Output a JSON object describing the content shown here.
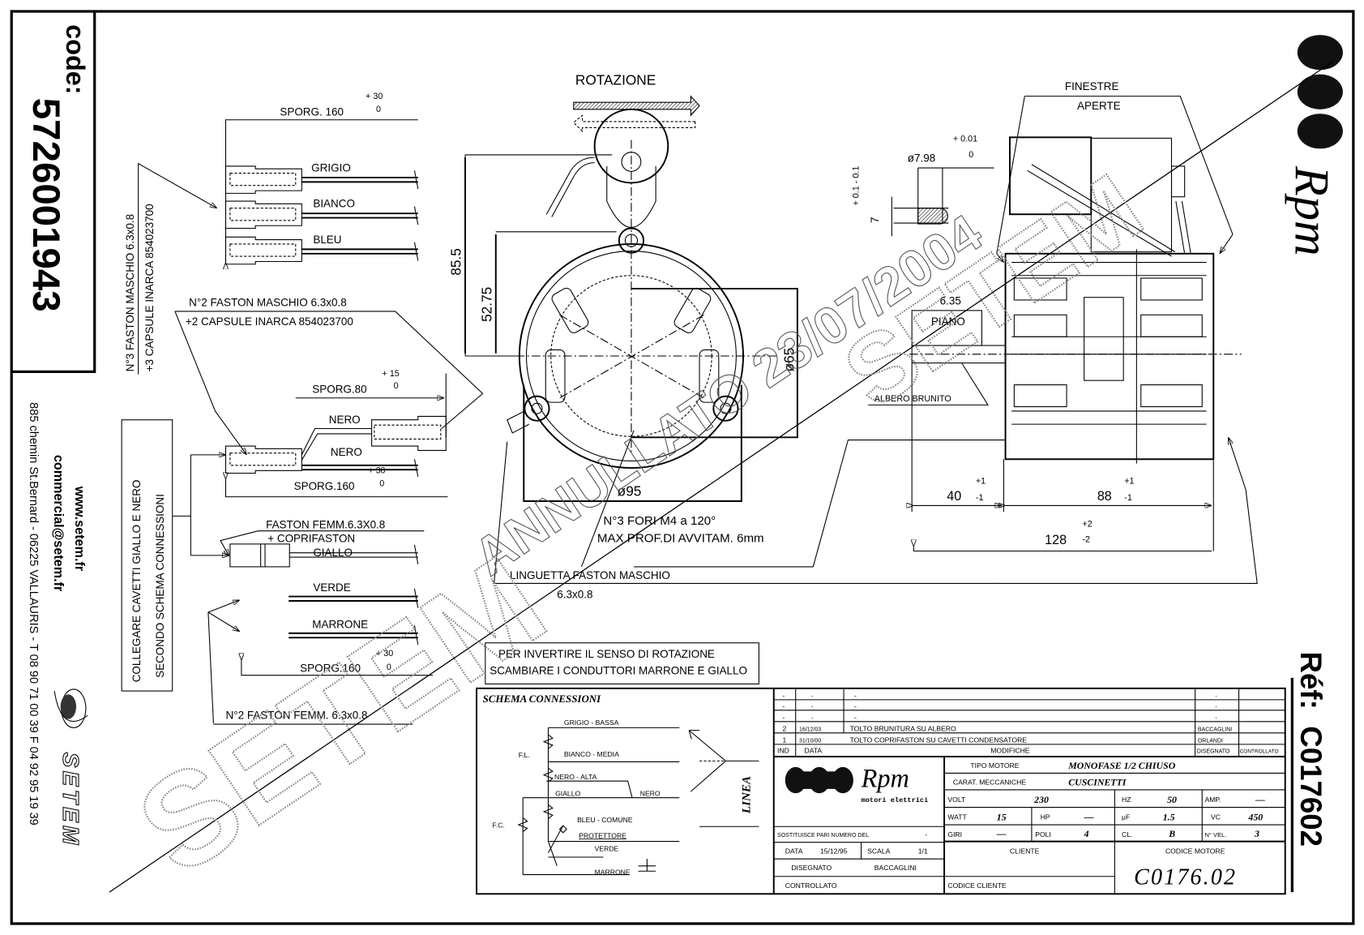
{
  "sidebar_left": {
    "code_label": "code:",
    "code_value": "5726001943",
    "website": "www.setem.fr",
    "email": "commercial@setem.fr",
    "address": "885 chemin St.Bernard  -  06225 VALLAURIS  -  T 08 90 71 00 39   F 04 92 95 19 39",
    "logo_text": "SETEM"
  },
  "sidebar_right": {
    "logo_text": "Rpm",
    "ref_label": "Réf:",
    "ref_value": "C017602"
  },
  "wiring": {
    "note_3_faston_1": "N°3 FASTON MASCHIO 6.3x0.8",
    "note_3_faston_2": "+3 CAPSULE INARCA 854023700",
    "sporg_160_top": "SPORG. 160",
    "tol_plus30": "+ 30",
    "tol_zero": "0",
    "wires_top": [
      "GRIGIO",
      "BIANCO",
      "BLEU"
    ],
    "note_2_faston_1": "N°2 FASTON MASCHIO 6.3x0.8",
    "note_2_faston_2": "+2 CAPSULE INARCA 854023700",
    "sporg_80": "SPORG.80",
    "tol_plus15": "+ 15",
    "nero_1": "NERO",
    "nero_2": "NERO",
    "sporg_160_mid": "SPORG.160",
    "collegare_1": "COLLEGARE CAVETTI GIALLO E NERO",
    "collegare_2": "SECONDO SCHEMA CONNESSIONI",
    "faston_femm_1": "FASTON FEMM.6.3X0.8",
    "faston_femm_2": "+ COPRIFASTON",
    "giallo": "GIALLO",
    "verde": "VERDE",
    "marrone": "MARRONE",
    "sporg_160_bottom": "SPORG.160",
    "note_2_femm": "N°2 FASTON FEMM. 6.3x0.8",
    "invert_1": "PER INVERTIRE IL SENSO DI ROTAZIONE",
    "invert_2": "SCAMBIARE I CONDUTTORI MARRONE E GIALLO"
  },
  "front_view": {
    "rotazione": "ROTAZIONE",
    "dim_85_5": "85.5",
    "dim_52_75": "52.75",
    "dim_65": "ø65",
    "dim_95": "ø95",
    "fori_1": "N°3 FORI M4 a 120°",
    "fori_2": "MAX.PROF.DI AVVITAM. 6mm",
    "linguetta_1": "LINGUETTA FASTON MASCHIO",
    "linguetta_2": "6.3x0.8"
  },
  "side_view": {
    "finestre_1": "FINESTRE",
    "finestre_2": "APERTE",
    "shaft_dia": "ø7.98",
    "shaft_tol_plus": "+ 0.01",
    "shaft_tol_zero": "0",
    "flat_dim": "7",
    "flat_tol": "+ 0.1  - 0.1",
    "piano_dim": "6.35",
    "piano": "PIANO",
    "albero": "ALBERO BRUNITO",
    "dim_40": "40",
    "dim_40_tol_p": "+1",
    "dim_40_tol_m": "-1",
    "dim_88": "88",
    "dim_88_tol_p": "+1",
    "dim_88_tol_m": "-1",
    "dim_128": "128",
    "dim_128_tol_p": "+2",
    "dim_128_tol_m": "-2"
  },
  "schema": {
    "title": "SCHEMA CONNESSIONI",
    "grigio": "GRIGIO - BASSA",
    "bianco": "BIANCO - MEDIA",
    "nero_alta": "NERO - ALTA",
    "giallo": "GIALLO",
    "nero": "NERO",
    "bleu": "BLEU - COMUNE",
    "protettore": "PROTETTORE",
    "verde": "VERDE",
    "marrone": "MARRONE",
    "fl": "F.L.",
    "fc": "F.C.",
    "linea": "LINEA"
  },
  "revisions": {
    "rows": [
      {
        "ind": "-",
        "data": "-",
        "desc": "-",
        "dis": "-",
        "ctrl": ""
      },
      {
        "ind": "-",
        "data": "-",
        "desc": "-",
        "dis": "-",
        "ctrl": ""
      },
      {
        "ind": "-",
        "data": "-",
        "desc": "-",
        "dis": "-",
        "ctrl": ""
      },
      {
        "ind": "2",
        "data": "16/12/03",
        "desc": "TOLTO BRUNITURA SU ALBERO",
        "dis": "BACCAGLINI",
        "ctrl": ""
      },
      {
        "ind": "1",
        "data": "31/10/00",
        "desc": "TOLTO COPRIFASTON SU CAVETTI CONDENSATORE",
        "dis": "ORLANDI",
        "ctrl": ""
      }
    ],
    "header": {
      "ind": "IND",
      "data": "DATA",
      "desc": "MODIFICHE",
      "dis": "DISEGNATO",
      "ctrl": "CONTROLLATO"
    }
  },
  "title_block": {
    "brand": "Rpm",
    "brand_sub": "motori elettrici",
    "tipo_label": "TIPO MOTORE",
    "tipo_value": "MONOFASE 1/2 CHIUSO",
    "carat_label": "CARAT. MECCANICHE",
    "carat_value": "CUSCINETTI",
    "volt_label": "VOLT",
    "volt_value": "230",
    "hz_label": "HZ",
    "hz_value": "50",
    "amp_label": "AMP.",
    "amp_value": "—",
    "watt_label": "WATT",
    "watt_value": "15",
    "hp_label": "HP",
    "hp_value": "—",
    "uf_label": "µF",
    "uf_value": "1.5",
    "vc_label": "VC",
    "vc_value": "450",
    "giri_label": "GIRI",
    "giri_value": "—",
    "poli_label": "POLI",
    "poli_value": "4",
    "cl_label": "CL.",
    "cl_value": "B",
    "vel_label": "N° VEL.",
    "vel_value": "3",
    "sostituisce_label": "SOSTITUISCE PARI NUMERO DEL",
    "sostituisce_value": "-",
    "data_label": "DATA",
    "data_value": "15/12/95",
    "scala_label": "SCALA",
    "scala_value": "1/1",
    "disegnato_label": "DISEGNATO",
    "disegnato_value": "BACCAGLINI",
    "controllato_label": "CONTROLLATO",
    "cliente_label": "CLIENTE",
    "codice_cliente_label": "CODICE CLIENTE",
    "codice_motore_label": "CODICE MOTORE",
    "codice_motore_value": "C0176.02"
  },
  "stamps": {
    "setem": "SETEM",
    "annullato": "ANNULLATO 23/07/2004"
  }
}
